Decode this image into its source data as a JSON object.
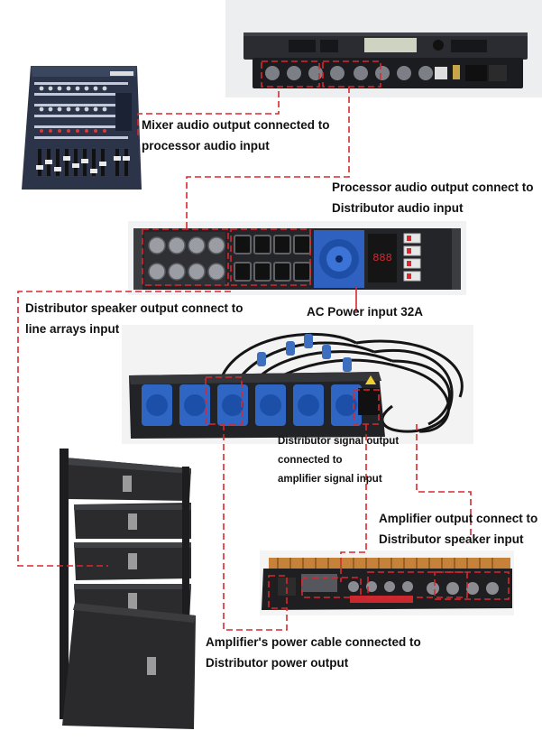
{
  "labels": {
    "mixer_to_processor": [
      "Mixer audio output connected to",
      "processor audio input"
    ],
    "processor_to_distributor": [
      "Processor audio output connect to",
      "Distributor audio input"
    ],
    "distributor_to_line_arrays": [
      "Distributor speaker output connect to",
      "line arrays input"
    ],
    "ac_power": "AC Power input 32A",
    "distributor_signal": [
      "Distributor signal output",
      "connected to",
      "amplifier signal input"
    ],
    "amplifier_output": [
      "Amplifier output connect to",
      "Distributor speaker input"
    ],
    "amplifier_power": [
      "Amplifier's power cable connected to",
      "Distributor power output"
    ]
  },
  "colors": {
    "connector_line": "#d9282f",
    "device_dark": "#1e1e22",
    "socket_blue": "#2f66c4",
    "mixer_blue": "#2a3550"
  },
  "icons": [
    "mixer-icon",
    "processor-icon",
    "distributor-panel-icon",
    "power-distributor-icon",
    "amplifier-icon",
    "line-array-speaker-icon",
    "subwoofer-icon"
  ]
}
